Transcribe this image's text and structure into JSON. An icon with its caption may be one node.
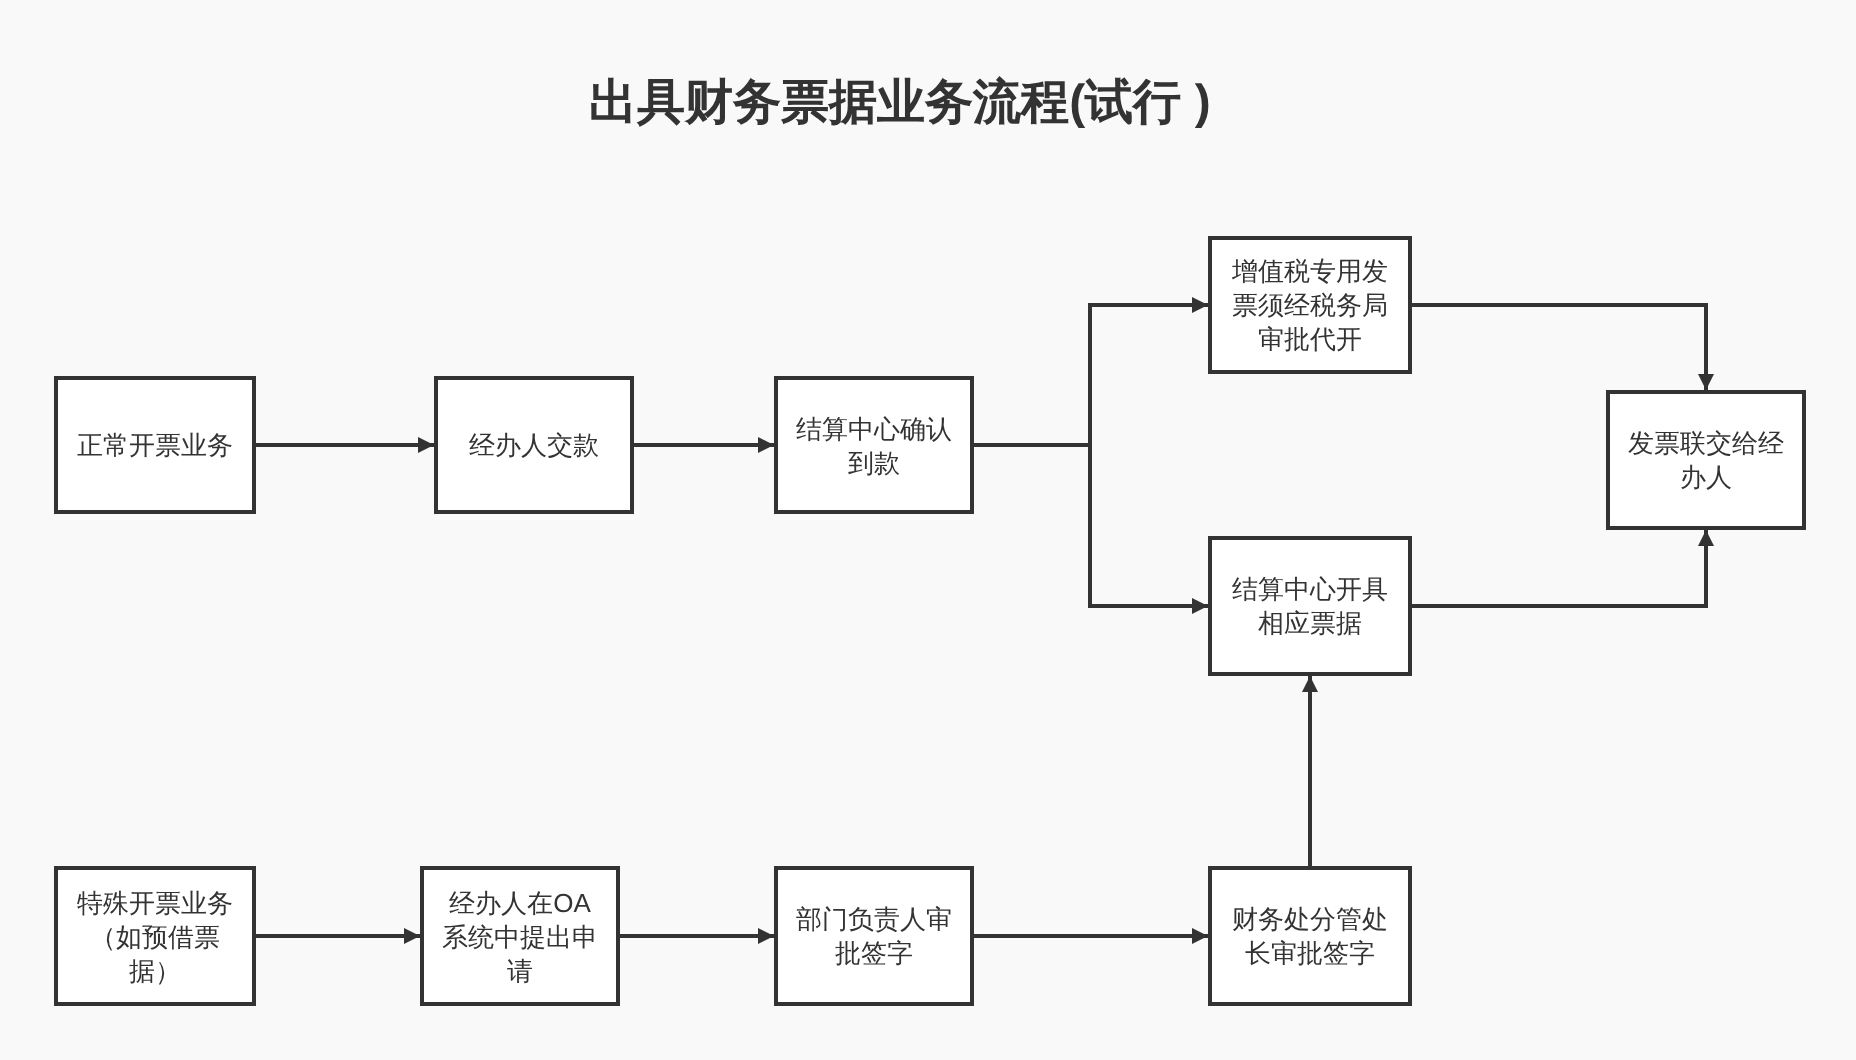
{
  "diagram": {
    "title": "出具财务票据业务流程(试行 )",
    "nodes": [
      {
        "text": [
          "正常开票业务"
        ]
      },
      {
        "text": [
          "经办人交款"
        ]
      },
      {
        "text": [
          "结算中心确认到款"
        ]
      },
      {
        "text": [
          "增值税专用发票须经税务局审批代开"
        ]
      },
      {
        "text": [
          "发票联交给经办人"
        ]
      },
      {
        "text": [
          "结算中心开具相应票据"
        ]
      },
      {
        "text": [
          "特殊开票业务（如预借票据）"
        ]
      },
      {
        "text": [
          "经办人在OA系统中提出申请"
        ]
      },
      {
        "text": [
          "部门负责人审批签字"
        ]
      },
      {
        "text": [
          "财务处分管处长审批签字"
        ]
      }
    ],
    "edges": [
      {
        "from": 0,
        "to": 1,
        "arrow": "to"
      },
      {
        "from": 1,
        "to": 2,
        "arrow": "to"
      },
      {
        "from": 2,
        "to": 3,
        "arrow": "to"
      },
      {
        "from": 2,
        "to": 5,
        "arrow": "to"
      },
      {
        "from": 3,
        "to": 4,
        "arrow": "to"
      },
      {
        "from": 5,
        "to": 4,
        "arrow": "to"
      },
      {
        "from": 6,
        "to": 7,
        "arrow": "to"
      },
      {
        "from": 7,
        "to": 8,
        "arrow": "to"
      },
      {
        "from": 8,
        "to": 9,
        "arrow": "to"
      },
      {
        "from": 9,
        "to": 5,
        "arrow": "to"
      }
    ]
  }
}
